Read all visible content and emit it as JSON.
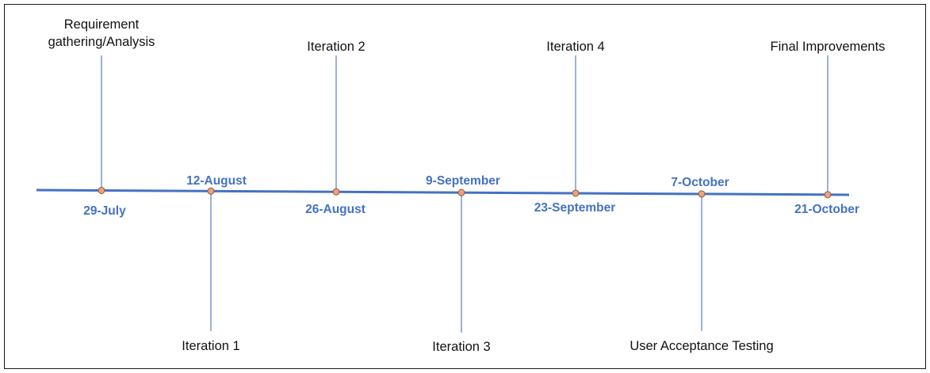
{
  "colors": {
    "axis": "#4472c4",
    "stem": "#5b7fb8",
    "date_text": "#4472c4",
    "marker_fill": "#f0a07a",
    "marker_stroke": "#8a5a40",
    "label_text": "#111111",
    "border": "#1a1a1a"
  },
  "milestones": [
    {
      "date": "29-July",
      "label_lines": [
        "Requirement",
        "gathering/Analysis"
      ]
    },
    {
      "date": "12-August",
      "label_lines": [
        "Iteration 1"
      ]
    },
    {
      "date": "26-August",
      "label_lines": [
        "Iteration 2"
      ]
    },
    {
      "date": "9-September",
      "label_lines": [
        "Iteration 3"
      ]
    },
    {
      "date": "23-September",
      "label_lines": [
        "Iteration 4"
      ]
    },
    {
      "date": "7-October",
      "label_lines": [
        "User Acceptance Testing"
      ]
    },
    {
      "date": "21-October",
      "label_lines": [
        "Final Improvements"
      ]
    }
  ]
}
